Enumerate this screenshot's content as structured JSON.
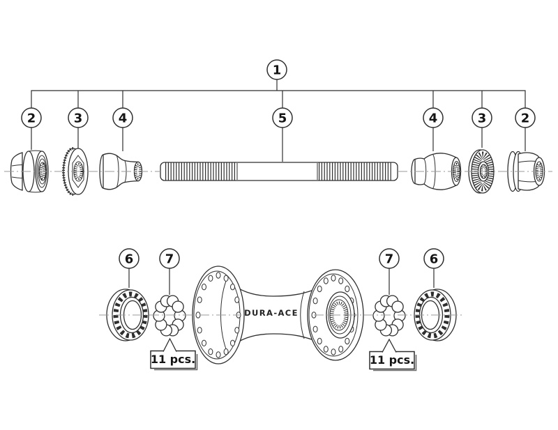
{
  "diagram": {
    "type": "exploded-parts-diagram",
    "hub": {
      "logo": "DURA-ACE"
    },
    "callouts": {
      "assembly": "1",
      "locknut_left": "2",
      "washer_left": "3",
      "cone_left": "4",
      "axle": "5",
      "cone_right": "4",
      "washer_right": "3",
      "locknut_right": "2",
      "lockring_left": "6",
      "retainer_left": "7",
      "retainer_right": "7",
      "lockring_right": "6"
    },
    "labels": {
      "retainer_qty_left": "11 pcs.",
      "retainer_qty_right": "11 pcs."
    },
    "colors": {
      "line": "#2e2e2e",
      "centerline": "#9a9a9a",
      "background": "#ffffff",
      "text": "#141414"
    }
  }
}
